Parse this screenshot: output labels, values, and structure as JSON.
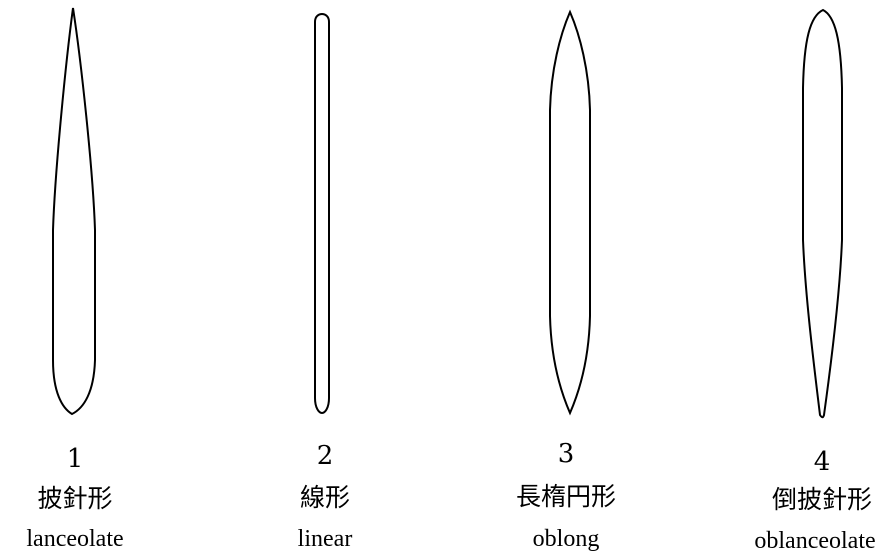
{
  "shapes": [
    {
      "number": "1",
      "name_jp": "披針形",
      "name_en": "lanceolate",
      "icon": "lanceolate-leaf-outline"
    },
    {
      "number": "2",
      "name_jp": "線形",
      "name_en": "linear",
      "icon": "linear-leaf-outline"
    },
    {
      "number": "3",
      "name_jp": "長楕円形",
      "name_en": "oblong",
      "icon": "oblong-leaf-outline"
    },
    {
      "number": "4",
      "name_jp": "倒披針形",
      "name_en": "oblanceolate",
      "icon": "oblanceolate-leaf-outline"
    }
  ]
}
